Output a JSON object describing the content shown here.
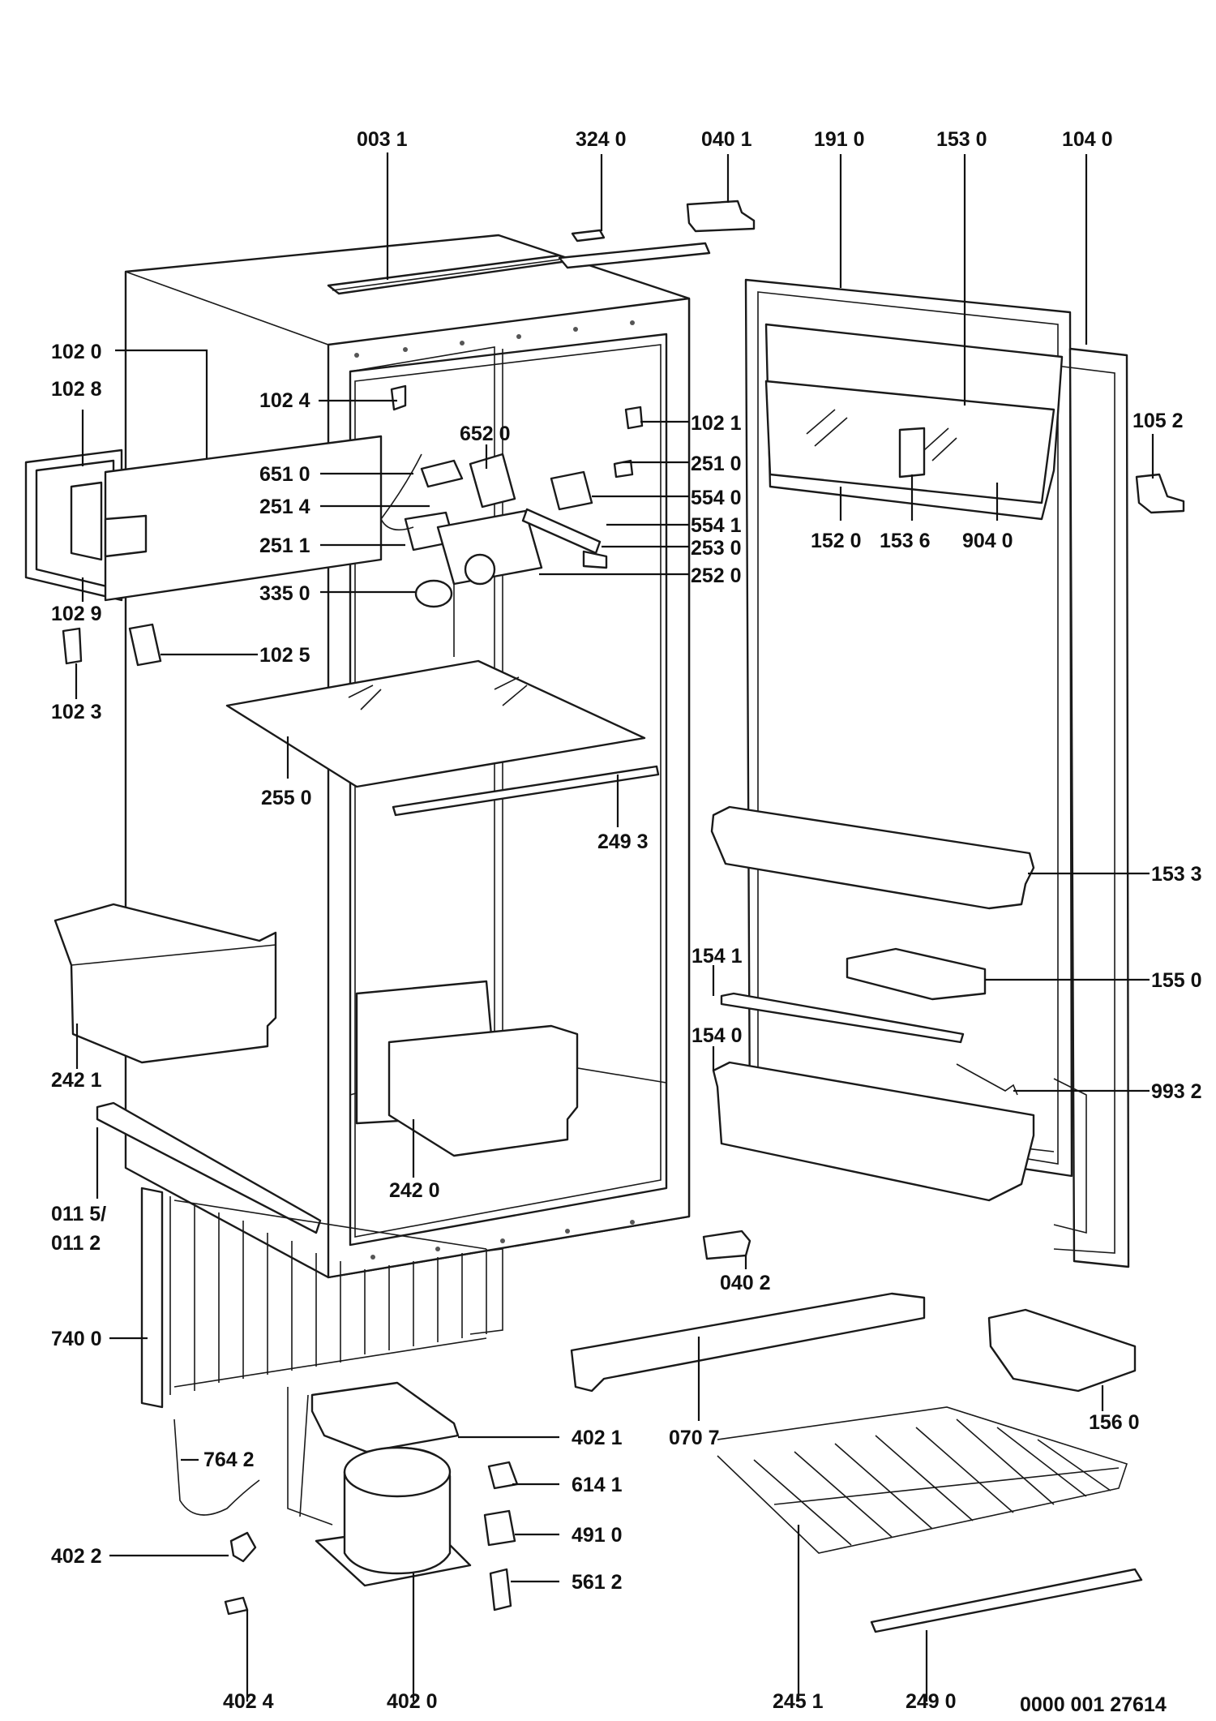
{
  "diagram": {
    "document_code": "0000 001 27614",
    "labels": [
      {
        "id": "0031",
        "text": "003 1"
      },
      {
        "id": "3240",
        "text": "324 0"
      },
      {
        "id": "0401",
        "text": "040 1"
      },
      {
        "id": "1910",
        "text": "191 0"
      },
      {
        "id": "1530",
        "text": "153 0"
      },
      {
        "id": "1040",
        "text": "104 0"
      },
      {
        "id": "1020",
        "text": "102 0"
      },
      {
        "id": "1028",
        "text": "102 8"
      },
      {
        "id": "1024",
        "text": "102 4"
      },
      {
        "id": "6520",
        "text": "652 0"
      },
      {
        "id": "1021",
        "text": "102 1"
      },
      {
        "id": "1052",
        "text": "105 2"
      },
      {
        "id": "6510",
        "text": "651 0"
      },
      {
        "id": "2510",
        "text": "251 0"
      },
      {
        "id": "2514",
        "text": "251 4"
      },
      {
        "id": "5540",
        "text": "554 0"
      },
      {
        "id": "5541",
        "text": "554 1"
      },
      {
        "id": "2511",
        "text": "251 1"
      },
      {
        "id": "2530",
        "text": "253 0"
      },
      {
        "id": "1520",
        "text": "152 0"
      },
      {
        "id": "1536",
        "text": "153 6"
      },
      {
        "id": "9040",
        "text": "904 0"
      },
      {
        "id": "2520",
        "text": "252 0"
      },
      {
        "id": "3350",
        "text": "335 0"
      },
      {
        "id": "1029",
        "text": "102 9"
      },
      {
        "id": "1025",
        "text": "102 5"
      },
      {
        "id": "1023",
        "text": "102 3"
      },
      {
        "id": "2550",
        "text": "255 0"
      },
      {
        "id": "2493",
        "text": "249 3"
      },
      {
        "id": "1533",
        "text": "153 3"
      },
      {
        "id": "1541",
        "text": "154 1"
      },
      {
        "id": "1550",
        "text": "155 0"
      },
      {
        "id": "1540",
        "text": "154 0"
      },
      {
        "id": "2421",
        "text": "242 1"
      },
      {
        "id": "9932",
        "text": "993 2"
      },
      {
        "id": "2420",
        "text": "242 0"
      },
      {
        "id": "0115",
        "text": "011 5/"
      },
      {
        "id": "0112",
        "text": "011 2"
      },
      {
        "id": "0402",
        "text": "040 2"
      },
      {
        "id": "7400",
        "text": "740 0"
      },
      {
        "id": "0707",
        "text": "070 7"
      },
      {
        "id": "1560",
        "text": "156 0"
      },
      {
        "id": "4021",
        "text": "402 1"
      },
      {
        "id": "7642",
        "text": "764 2"
      },
      {
        "id": "6141",
        "text": "614 1"
      },
      {
        "id": "4910",
        "text": "491 0"
      },
      {
        "id": "4022",
        "text": "402 2"
      },
      {
        "id": "5612",
        "text": "561 2"
      },
      {
        "id": "4024",
        "text": "402 4"
      },
      {
        "id": "4020",
        "text": "402 0"
      },
      {
        "id": "2451",
        "text": "245 1"
      },
      {
        "id": "2490",
        "text": "249 0"
      }
    ]
  }
}
